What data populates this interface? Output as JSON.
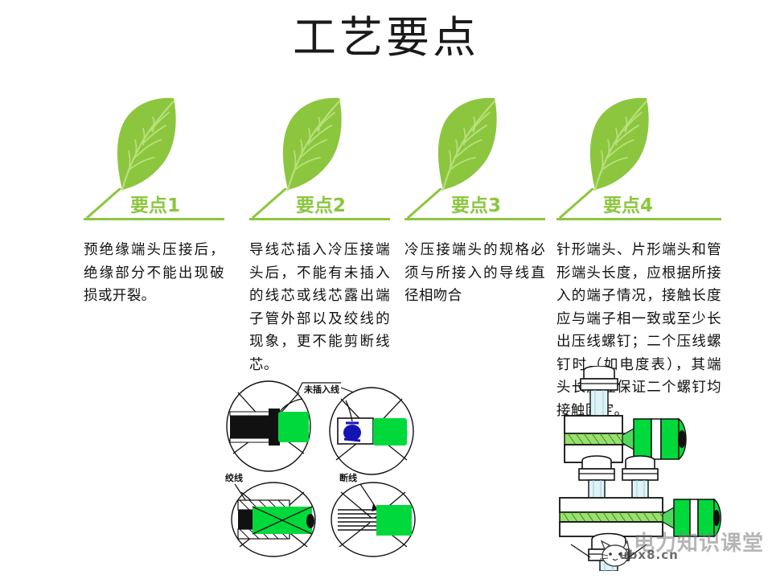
{
  "slide": {
    "title": "工艺要点",
    "background_color": "#ffffff",
    "accent_color": "#8CC63F",
    "leaf_color": "#8CC63F",
    "leaf_vein_color": "#B4DC6E"
  },
  "columns": [
    {
      "leaf_icon": "leaf-icon",
      "badge": "要点1",
      "text": "预绝缘端头压接后，绝缘部分不能出现破损或开裂。"
    },
    {
      "leaf_icon": "leaf-icon",
      "badge": "要点2",
      "text": "导线芯插入冷压接端头后，不能有未插入的线芯或线芯露出端子管外部以及绞线的现象，更不能剪断线芯。"
    },
    {
      "leaf_icon": "leaf-icon",
      "badge": "要点3",
      "text": "冷压接端头的规格必须与所接入的导线直径相吻合"
    },
    {
      "leaf_icon": "leaf-icon",
      "badge": "要点4",
      "text": "针形端头、片形端头和管形端头长度，应根据所接入的端子情况，接触长度应与端子相一致或至少长出压线螺钉；二个压线螺钉时（如电度表），其端头长度应保证二个螺钉均接触固定。"
    }
  ],
  "figures": {
    "crimp_diagram": {
      "name": "crimp-terminal-diagram",
      "labels": {
        "unplugged_wire": "未插入线",
        "twisted_wire": "绞线",
        "broken_wire": "断线"
      },
      "wire_color": "#00D93C",
      "accent_blue": "#1414B4"
    },
    "screw_diagram": {
      "name": "screw-terminal-diagram",
      "wire_color": "#00D93C",
      "outline_color": "#000000"
    }
  },
  "watermark": {
    "brand": "电力知识课堂",
    "url": "ubx8.cn",
    "icon": "cat-icon"
  }
}
